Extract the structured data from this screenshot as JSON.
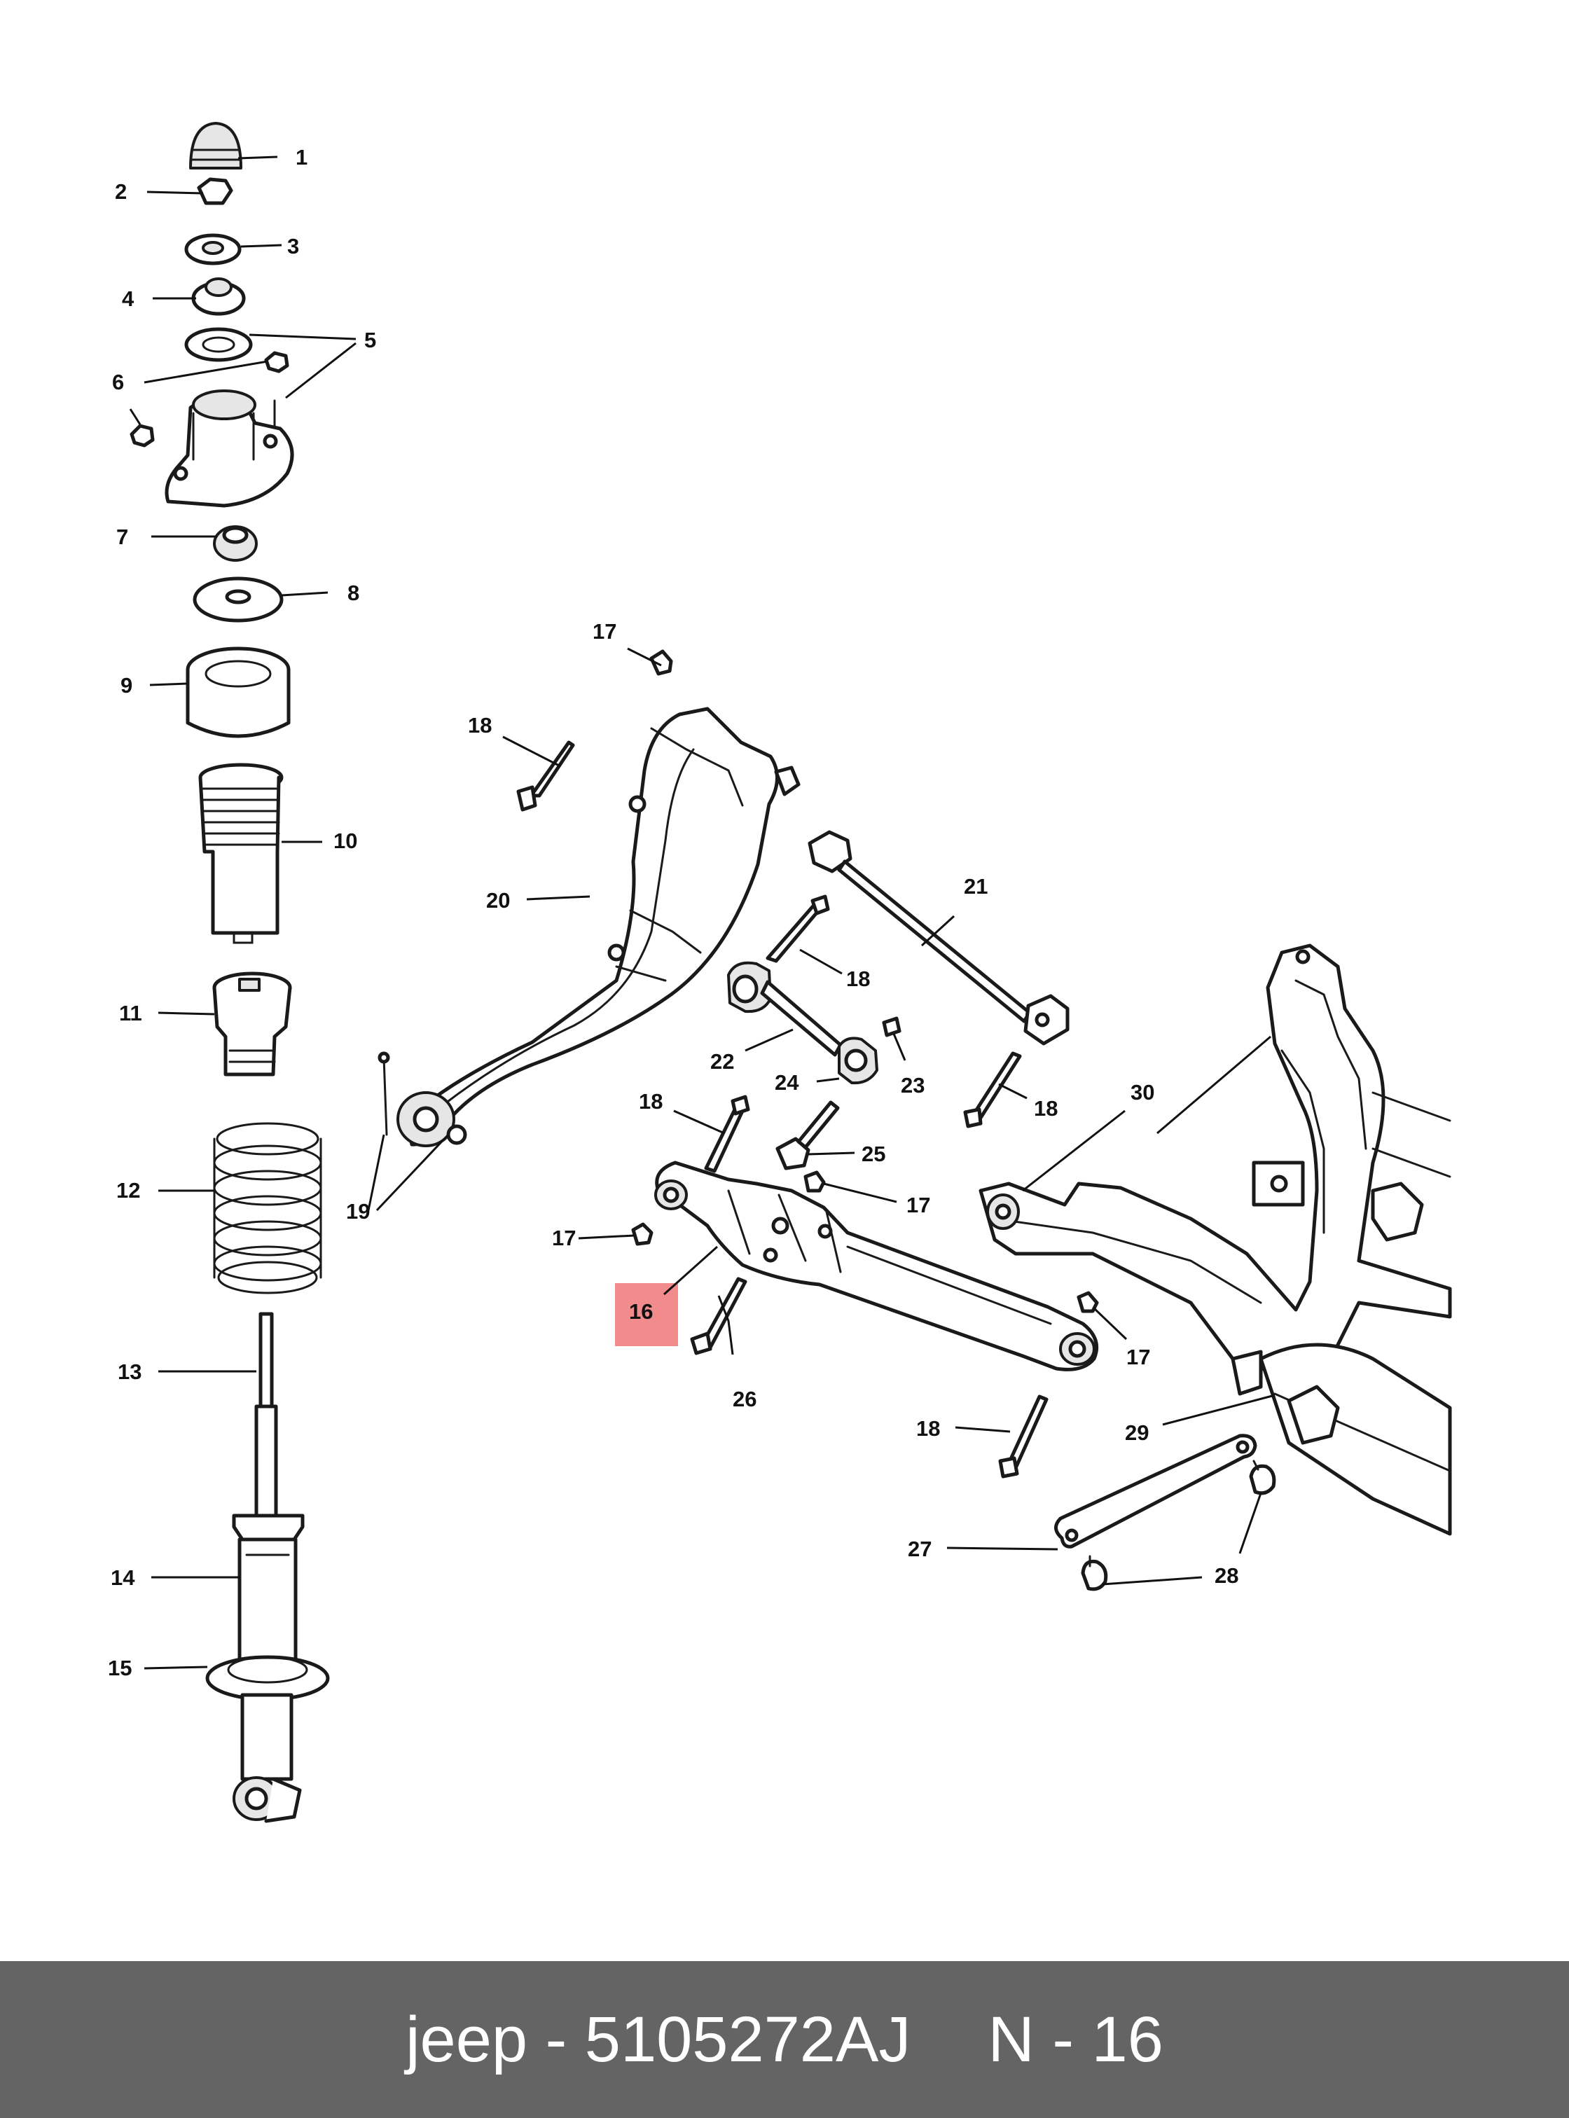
{
  "callouts": [
    "1",
    "2",
    "3",
    "4",
    "5",
    "6",
    "7",
    "8",
    "9",
    "10",
    "11",
    "12",
    "13",
    "14",
    "15",
    "16",
    "17",
    "18",
    "19",
    "20",
    "21",
    "22",
    "23",
    "24",
    "25",
    "26",
    "27",
    "28",
    "29",
    "30"
  ],
  "highlight": {
    "callout": "16",
    "color": "#f28b8b"
  },
  "footer": {
    "part_line": "jeep - 5105272AJ",
    "diagram_ref": "N - 16"
  },
  "colors": {
    "footer_bg": "#646464",
    "footer_text": "#ffffff",
    "line_art": "#1a1a1a"
  }
}
